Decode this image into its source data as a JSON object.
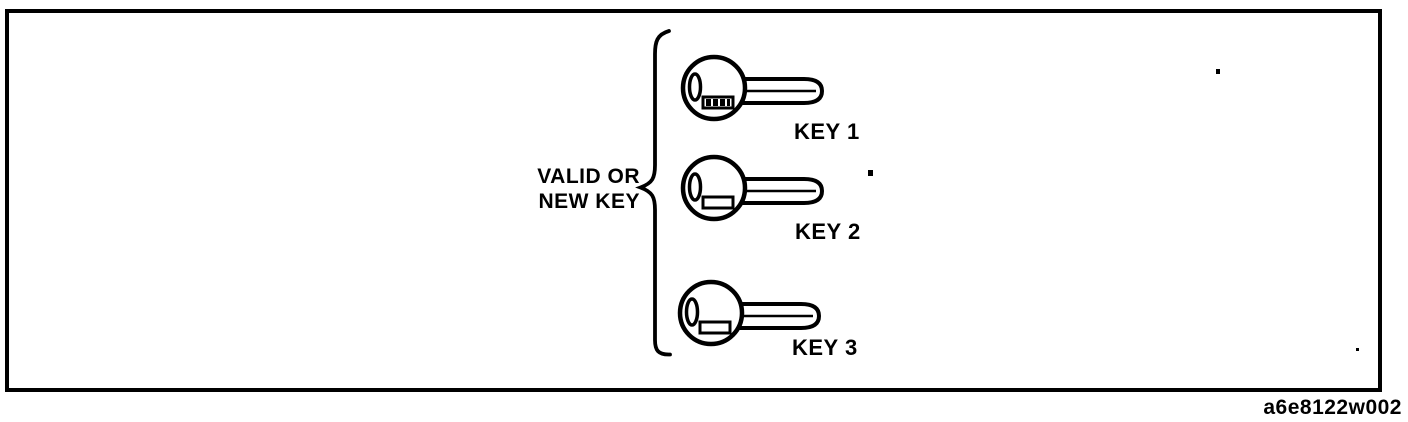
{
  "figure": {
    "type": "technical-diagram",
    "description": "Three ignition keys grouped by a brace indicating they are valid or new keys",
    "brace_label": {
      "line1": "VALID OR",
      "line2": "NEW KEY"
    },
    "keys": [
      {
        "label": "KEY 1",
        "icon": "key-icon",
        "rect_style": "hatched"
      },
      {
        "label": "KEY 2",
        "icon": "key-icon",
        "rect_style": "outline"
      },
      {
        "label": "KEY 3",
        "icon": "key-icon",
        "rect_style": "outline"
      }
    ],
    "figure_code": "a6e8122w002",
    "colors": {
      "ink": "#000000",
      "background": "#ffffff"
    }
  }
}
